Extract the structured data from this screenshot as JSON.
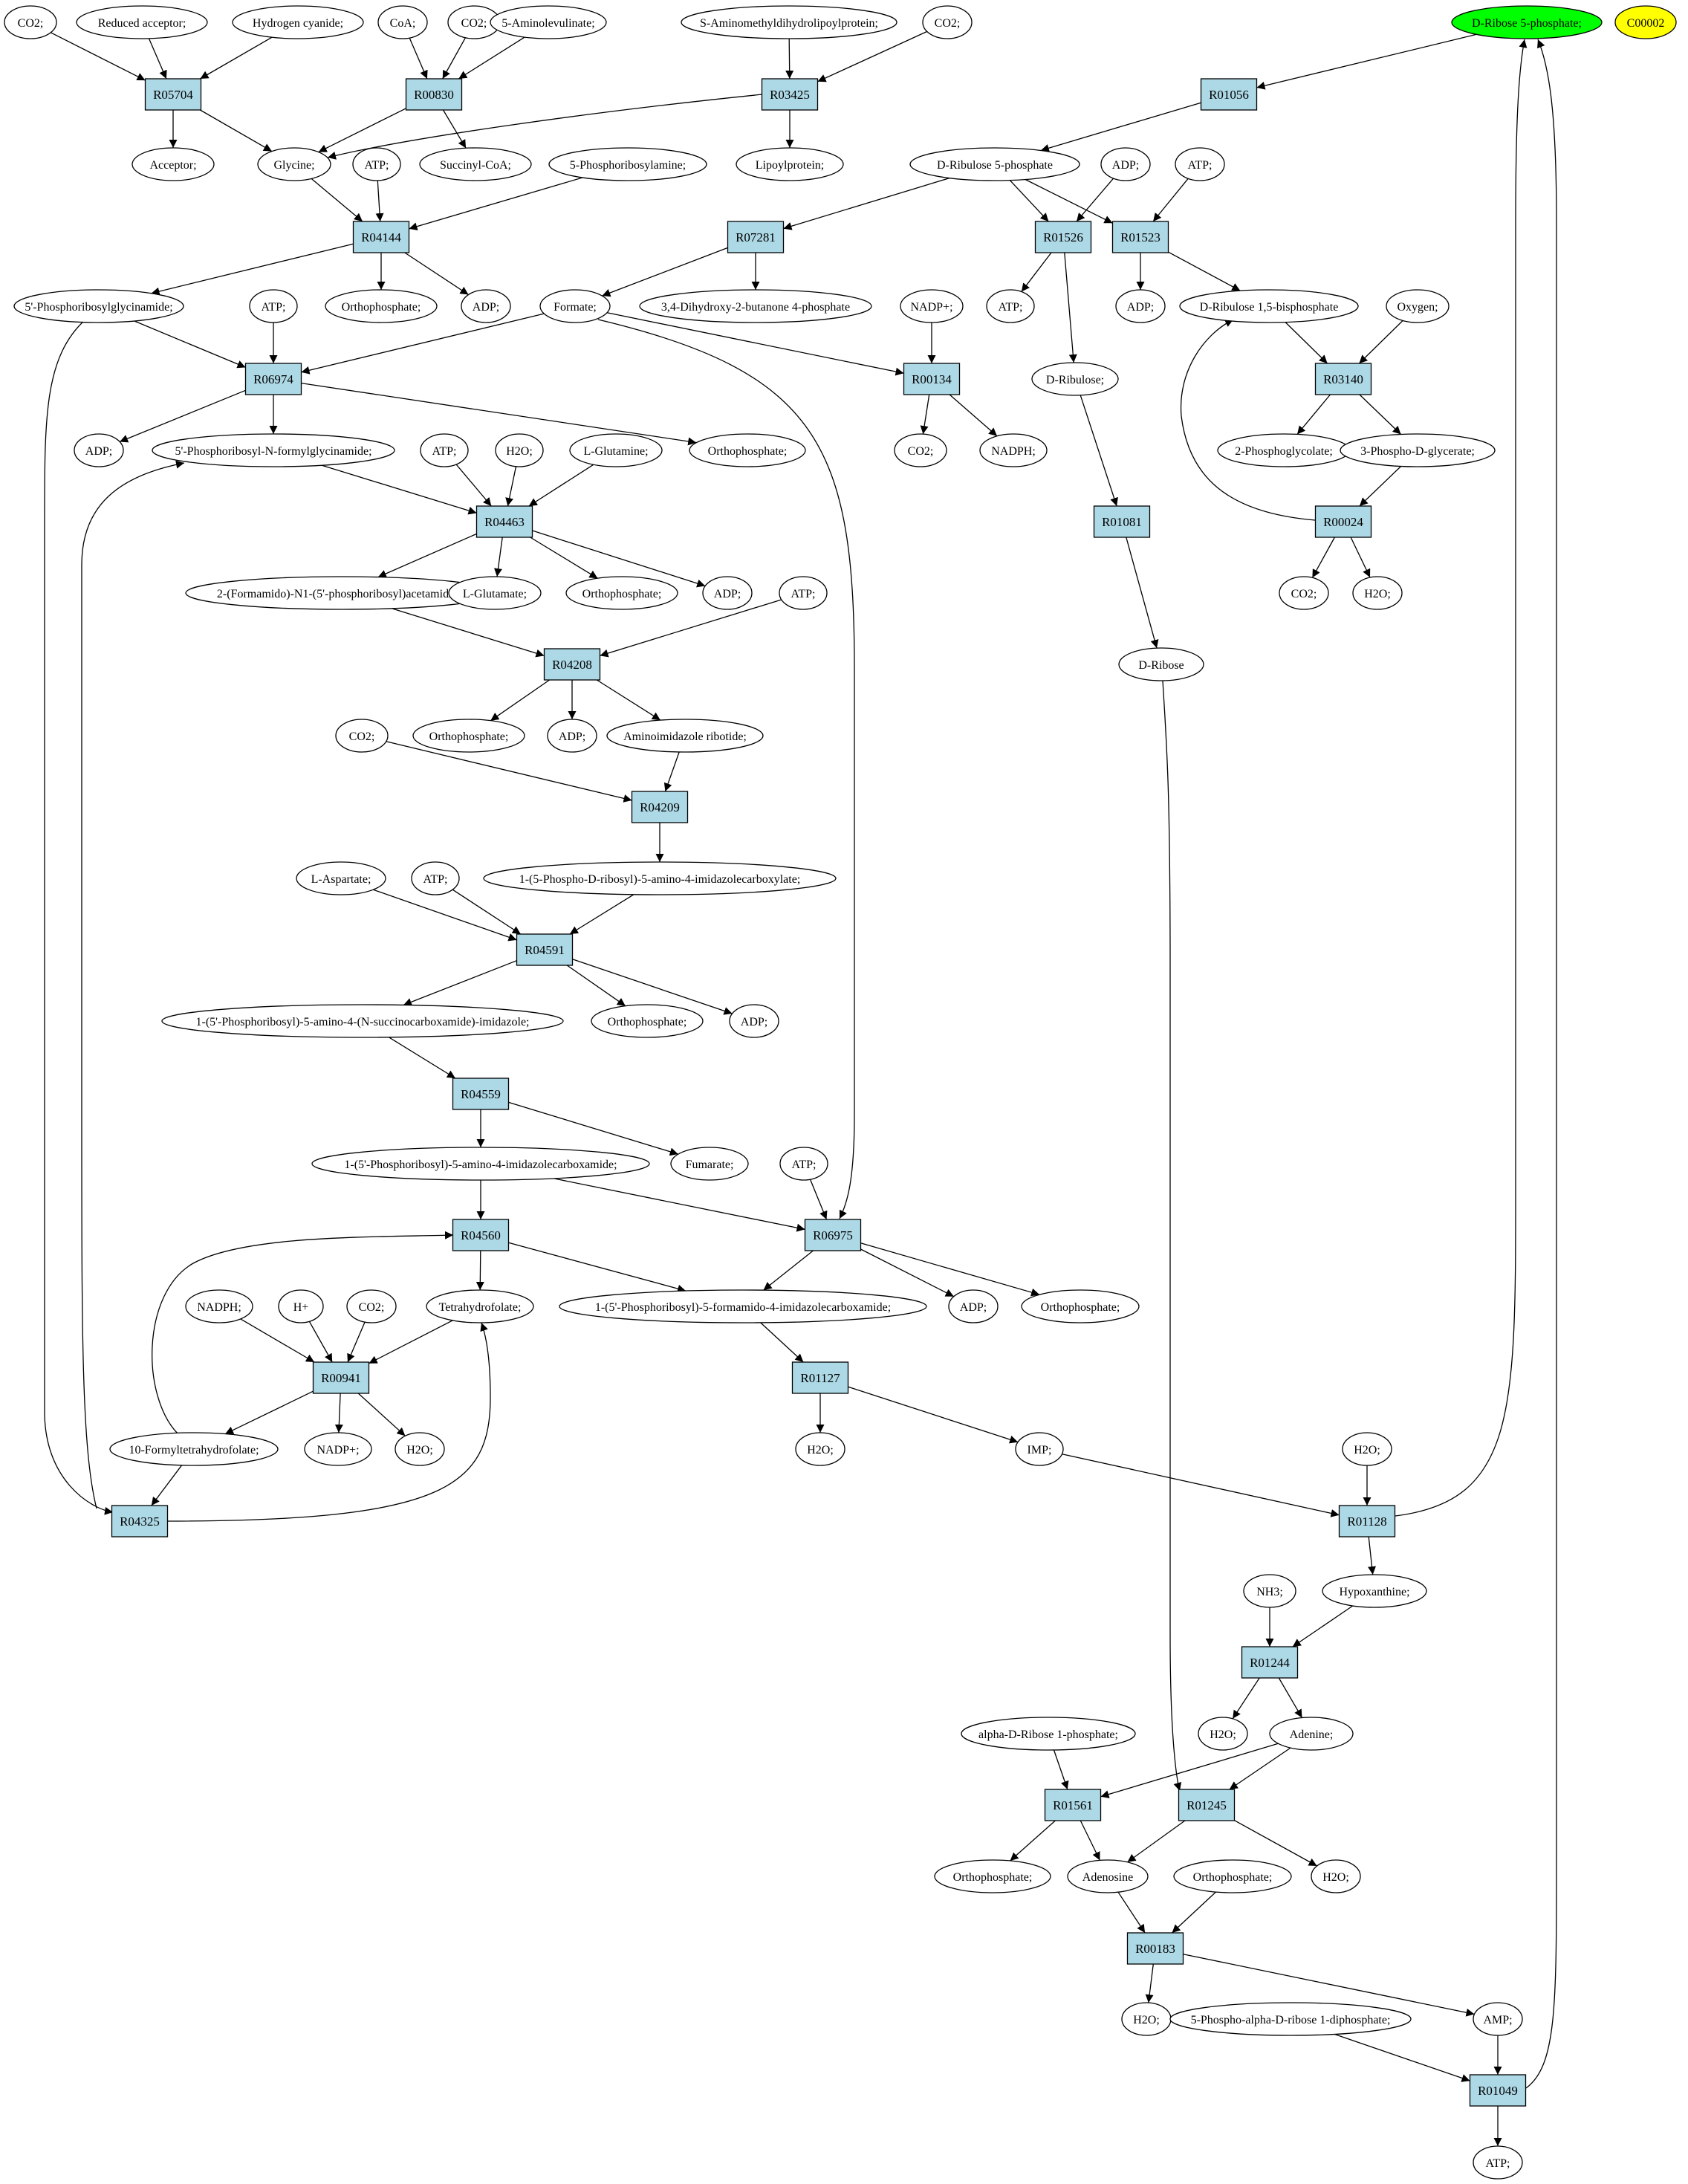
{
  "colors": {
    "reaction_fill": "#add8e6",
    "compound_fill": "#ffffff",
    "highlight_fill": "#00ff00",
    "aux_fill": "#ffff00",
    "stroke": "#000000"
  },
  "nodes": [
    {
      "id": "c1",
      "kind": "compound",
      "label": "CO2;"
    },
    {
      "id": "c2",
      "kind": "compound",
      "label": "Reduced acceptor;"
    },
    {
      "id": "c3",
      "kind": "compound",
      "label": "Hydrogen cyanide;"
    },
    {
      "id": "c4",
      "kind": "compound",
      "label": "CoA;"
    },
    {
      "id": "c5",
      "kind": "compound",
      "label": "CO2;"
    },
    {
      "id": "c6",
      "kind": "compound",
      "label": "5-Aminolevulinate;"
    },
    {
      "id": "c7",
      "kind": "compound",
      "label": "S-Aminomethyldihydrolipoylprotein;"
    },
    {
      "id": "c8",
      "kind": "compound",
      "label": "CO2;"
    },
    {
      "id": "c9",
      "kind": "highlight",
      "label": "D-Ribose 5-phosphate;"
    },
    {
      "id": "c10",
      "kind": "aux",
      "label": "C00002"
    },
    {
      "id": "r1",
      "kind": "reaction",
      "label": "R05704"
    },
    {
      "id": "r2",
      "kind": "reaction",
      "label": "R00830"
    },
    {
      "id": "r3",
      "kind": "reaction",
      "label": "R03425"
    },
    {
      "id": "r4",
      "kind": "reaction",
      "label": "R01056"
    },
    {
      "id": "c11",
      "kind": "compound",
      "label": "Acceptor;"
    },
    {
      "id": "c12",
      "kind": "compound",
      "label": "Glycine;"
    },
    {
      "id": "c13",
      "kind": "compound",
      "label": "ATP;"
    },
    {
      "id": "c14",
      "kind": "compound",
      "label": "Succinyl-CoA;"
    },
    {
      "id": "c15",
      "kind": "compound",
      "label": "5-Phosphoribosylamine;"
    },
    {
      "id": "c16",
      "kind": "compound",
      "label": "Lipoylprotein;"
    },
    {
      "id": "c17",
      "kind": "compound",
      "label": "D-Ribulose 5-phosphate"
    },
    {
      "id": "c18",
      "kind": "compound",
      "label": "ADP;"
    },
    {
      "id": "c19",
      "kind": "compound",
      "label": "ATP;"
    },
    {
      "id": "r5",
      "kind": "reaction",
      "label": "R04144"
    },
    {
      "id": "r6",
      "kind": "reaction",
      "label": "R07281"
    },
    {
      "id": "r7",
      "kind": "reaction",
      "label": "R01526"
    },
    {
      "id": "r8",
      "kind": "reaction",
      "label": "R01523"
    },
    {
      "id": "c20",
      "kind": "compound",
      "label": "5'-Phosphoribosylglycinamide;"
    },
    {
      "id": "c21",
      "kind": "compound",
      "label": "ATP;"
    },
    {
      "id": "c22",
      "kind": "compound",
      "label": "Orthophosphate;"
    },
    {
      "id": "c23",
      "kind": "compound",
      "label": "ADP;"
    },
    {
      "id": "c24",
      "kind": "compound",
      "label": "Formate;"
    },
    {
      "id": "c25",
      "kind": "compound",
      "label": "3,4-Dihydroxy-2-butanone 4-phosphate"
    },
    {
      "id": "c26",
      "kind": "compound",
      "label": "NADP+;"
    },
    {
      "id": "c27",
      "kind": "compound",
      "label": "ATP;"
    },
    {
      "id": "c28",
      "kind": "compound",
      "label": "ADP;"
    },
    {
      "id": "c29",
      "kind": "compound",
      "label": "D-Ribulose 1,5-bisphosphate"
    },
    {
      "id": "c30",
      "kind": "compound",
      "label": "Oxygen;"
    },
    {
      "id": "r9",
      "kind": "reaction",
      "label": "R06974"
    },
    {
      "id": "r10",
      "kind": "reaction",
      "label": "R00134"
    },
    {
      "id": "c31",
      "kind": "compound",
      "label": "D-Ribulose;"
    },
    {
      "id": "r11",
      "kind": "reaction",
      "label": "R03140"
    },
    {
      "id": "c32",
      "kind": "compound",
      "label": "ADP;"
    },
    {
      "id": "c33",
      "kind": "compound",
      "label": "5'-Phosphoribosyl-N-formylglycinamide;"
    },
    {
      "id": "c34",
      "kind": "compound",
      "label": "ATP;"
    },
    {
      "id": "c35",
      "kind": "compound",
      "label": "H2O;"
    },
    {
      "id": "c36",
      "kind": "compound",
      "label": "L-Glutamine;"
    },
    {
      "id": "c37",
      "kind": "compound",
      "label": "Orthophosphate;"
    },
    {
      "id": "c38",
      "kind": "compound",
      "label": "CO2;"
    },
    {
      "id": "c39",
      "kind": "compound",
      "label": "NADPH;"
    },
    {
      "id": "c40",
      "kind": "compound",
      "label": "2-Phosphoglycolate;"
    },
    {
      "id": "c41",
      "kind": "compound",
      "label": "3-Phospho-D-glycerate;"
    },
    {
      "id": "r12",
      "kind": "reaction",
      "label": "R04463"
    },
    {
      "id": "r13",
      "kind": "reaction",
      "label": "R01081"
    },
    {
      "id": "r14",
      "kind": "reaction",
      "label": "R00024"
    },
    {
      "id": "c42",
      "kind": "compound",
      "label": "2-(Formamido)-N1-(5'-phosphoribosyl)acetamidine;"
    },
    {
      "id": "c43",
      "kind": "compound",
      "label": "L-Glutamate;"
    },
    {
      "id": "c44",
      "kind": "compound",
      "label": "Orthophosphate;"
    },
    {
      "id": "c45",
      "kind": "compound",
      "label": "ADP;"
    },
    {
      "id": "c46",
      "kind": "compound",
      "label": "ATP;"
    },
    {
      "id": "c47",
      "kind": "compound",
      "label": "CO2;"
    },
    {
      "id": "c48",
      "kind": "compound",
      "label": "H2O;"
    },
    {
      "id": "r15",
      "kind": "reaction",
      "label": "R04208"
    },
    {
      "id": "c49",
      "kind": "compound",
      "label": "D-Ribose"
    },
    {
      "id": "c50",
      "kind": "compound",
      "label": "CO2;"
    },
    {
      "id": "c51",
      "kind": "compound",
      "label": "Orthophosphate;"
    },
    {
      "id": "c52",
      "kind": "compound",
      "label": "ADP;"
    },
    {
      "id": "c53",
      "kind": "compound",
      "label": "Aminoimidazole ribotide;"
    },
    {
      "id": "r16",
      "kind": "reaction",
      "label": "R04209"
    },
    {
      "id": "c54",
      "kind": "compound",
      "label": "L-Aspartate;"
    },
    {
      "id": "c55",
      "kind": "compound",
      "label": "ATP;"
    },
    {
      "id": "c56",
      "kind": "compound",
      "label": "1-(5-Phospho-D-ribosyl)-5-amino-4-imidazolecarboxylate;"
    },
    {
      "id": "r17",
      "kind": "reaction",
      "label": "R04591"
    },
    {
      "id": "c57",
      "kind": "compound",
      "label": "1-(5'-Phosphoribosyl)-5-amino-4-(N-succinocarboxamide)-imidazole;"
    },
    {
      "id": "c58",
      "kind": "compound",
      "label": "Orthophosphate;"
    },
    {
      "id": "c59",
      "kind": "compound",
      "label": "ADP;"
    },
    {
      "id": "r18",
      "kind": "reaction",
      "label": "R04559"
    },
    {
      "id": "c60",
      "kind": "compound",
      "label": "1-(5'-Phosphoribosyl)-5-amino-4-imidazolecarboxamide;"
    },
    {
      "id": "c61",
      "kind": "compound",
      "label": "Fumarate;"
    },
    {
      "id": "c62",
      "kind": "compound",
      "label": "ATP;"
    },
    {
      "id": "r19",
      "kind": "reaction",
      "label": "R04560"
    },
    {
      "id": "r20",
      "kind": "reaction",
      "label": "R06975"
    },
    {
      "id": "c63",
      "kind": "compound",
      "label": "NADPH;"
    },
    {
      "id": "c64",
      "kind": "compound",
      "label": "H+"
    },
    {
      "id": "c65",
      "kind": "compound",
      "label": "CO2;"
    },
    {
      "id": "c66",
      "kind": "compound",
      "label": "Tetrahydrofolate;"
    },
    {
      "id": "c67",
      "kind": "compound",
      "label": "1-(5'-Phosphoribosyl)-5-formamido-4-imidazolecarboxamide;"
    },
    {
      "id": "c68",
      "kind": "compound",
      "label": "ADP;"
    },
    {
      "id": "c69",
      "kind": "compound",
      "label": "Orthophosphate;"
    },
    {
      "id": "r21",
      "kind": "reaction",
      "label": "R00941"
    },
    {
      "id": "r22",
      "kind": "reaction",
      "label": "R01127"
    },
    {
      "id": "c70",
      "kind": "compound",
      "label": "10-Formyltetrahydrofolate;"
    },
    {
      "id": "c71",
      "kind": "compound",
      "label": "NADP+;"
    },
    {
      "id": "c72",
      "kind": "compound",
      "label": "H2O;"
    },
    {
      "id": "c73",
      "kind": "compound",
      "label": "H2O;"
    },
    {
      "id": "c74",
      "kind": "compound",
      "label": "IMP;"
    },
    {
      "id": "c75",
      "kind": "compound",
      "label": "H2O;"
    },
    {
      "id": "r23",
      "kind": "reaction",
      "label": "R04325"
    },
    {
      "id": "r24",
      "kind": "reaction",
      "label": "R01128"
    },
    {
      "id": "c76",
      "kind": "compound",
      "label": "NH3;"
    },
    {
      "id": "c77",
      "kind": "compound",
      "label": "Hypoxanthine;"
    },
    {
      "id": "r25",
      "kind": "reaction",
      "label": "R01244"
    },
    {
      "id": "c78",
      "kind": "compound",
      "label": "alpha-D-Ribose 1-phosphate;"
    },
    {
      "id": "c79",
      "kind": "compound",
      "label": "H2O;"
    },
    {
      "id": "c80",
      "kind": "compound",
      "label": "Adenine;"
    },
    {
      "id": "r26",
      "kind": "reaction",
      "label": "R01561"
    },
    {
      "id": "r27",
      "kind": "reaction",
      "label": "R01245"
    },
    {
      "id": "c81",
      "kind": "compound",
      "label": "Orthophosphate;"
    },
    {
      "id": "c82",
      "kind": "compound",
      "label": "Adenosine"
    },
    {
      "id": "c83",
      "kind": "compound",
      "label": "Orthophosphate;"
    },
    {
      "id": "c84",
      "kind": "compound",
      "label": "H2O;"
    },
    {
      "id": "r28",
      "kind": "reaction",
      "label": "R00183"
    },
    {
      "id": "c85",
      "kind": "compound",
      "label": "H2O;"
    },
    {
      "id": "c86",
      "kind": "compound",
      "label": "5-Phospho-alpha-D-ribose 1-diphosphate;"
    },
    {
      "id": "c87",
      "kind": "compound",
      "label": "AMP;"
    },
    {
      "id": "r29",
      "kind": "reaction",
      "label": "R01049"
    },
    {
      "id": "c88",
      "kind": "compound",
      "label": "ATP;"
    }
  ],
  "edges": [
    [
      "c1",
      "r1"
    ],
    [
      "c2",
      "r1"
    ],
    [
      "c3",
      "r1"
    ],
    [
      "r1",
      "c11"
    ],
    [
      "r1",
      "c12"
    ],
    [
      "c4",
      "r2"
    ],
    [
      "c5",
      "r2"
    ],
    [
      "c6",
      "r2"
    ],
    [
      "r2",
      "c12"
    ],
    [
      "r2",
      "c14"
    ],
    [
      "c7",
      "r3"
    ],
    [
      "c8",
      "r3"
    ],
    [
      "r3",
      "c16"
    ],
    [
      "r3",
      "c12"
    ],
    [
      "c9",
      "r4"
    ],
    [
      "r4",
      "c17"
    ],
    [
      "c12",
      "r5"
    ],
    [
      "c13",
      "r5"
    ],
    [
      "c15",
      "r5"
    ],
    [
      "r5",
      "c20"
    ],
    [
      "r5",
      "c22"
    ],
    [
      "r5",
      "c23"
    ],
    [
      "c17",
      "r6"
    ],
    [
      "r6",
      "c24"
    ],
    [
      "r6",
      "c25"
    ],
    [
      "c17",
      "r7"
    ],
    [
      "c18",
      "r7"
    ],
    [
      "r7",
      "c27"
    ],
    [
      "r7",
      "c31"
    ],
    [
      "c17",
      "r8"
    ],
    [
      "c19",
      "r8"
    ],
    [
      "r8",
      "c28"
    ],
    [
      "r8",
      "c29"
    ],
    [
      "c20",
      "r9"
    ],
    [
      "c21",
      "r9"
    ],
    [
      "c24",
      "r9"
    ],
    [
      "r9",
      "c32"
    ],
    [
      "r9",
      "c33"
    ],
    [
      "r9",
      "c37"
    ],
    [
      "c24",
      "r10"
    ],
    [
      "c26",
      "r10"
    ],
    [
      "r10",
      "c38"
    ],
    [
      "r10",
      "c39"
    ],
    [
      "c29",
      "r11"
    ],
    [
      "c30",
      "r11"
    ],
    [
      "r11",
      "c40"
    ],
    [
      "r11",
      "c41"
    ],
    [
      "c31",
      "r13"
    ],
    [
      "r13",
      "c49"
    ],
    [
      "c41",
      "r14"
    ],
    [
      "r14",
      "c29"
    ],
    [
      "r14",
      "c47"
    ],
    [
      "r14",
      "c48"
    ],
    [
      "c33",
      "r12"
    ],
    [
      "c34",
      "r12"
    ],
    [
      "c35",
      "r12"
    ],
    [
      "c36",
      "r12"
    ],
    [
      "r12",
      "c42"
    ],
    [
      "r12",
      "c43"
    ],
    [
      "r12",
      "c44"
    ],
    [
      "r12",
      "c45"
    ],
    [
      "c42",
      "r15"
    ],
    [
      "c46",
      "r15"
    ],
    [
      "r15",
      "c51"
    ],
    [
      "r15",
      "c52"
    ],
    [
      "r15",
      "c53"
    ],
    [
      "c50",
      "r16"
    ],
    [
      "c53",
      "r16"
    ],
    [
      "r16",
      "c56"
    ],
    [
      "c54",
      "r17"
    ],
    [
      "c55",
      "r17"
    ],
    [
      "c56",
      "r17"
    ],
    [
      "r17",
      "c57"
    ],
    [
      "r17",
      "c58"
    ],
    [
      "r17",
      "c59"
    ],
    [
      "c57",
      "r18"
    ],
    [
      "r18",
      "c60"
    ],
    [
      "r18",
      "c61"
    ],
    [
      "c60",
      "r19"
    ],
    [
      "c70",
      "r19"
    ],
    [
      "r19",
      "c66"
    ],
    [
      "r19",
      "c67"
    ],
    [
      "c60",
      "r20"
    ],
    [
      "c62",
      "r20"
    ],
    [
      "c24",
      "r20"
    ],
    [
      "r20",
      "c67"
    ],
    [
      "r20",
      "c68"
    ],
    [
      "r20",
      "c69"
    ],
    [
      "c63",
      "r21"
    ],
    [
      "c64",
      "r21"
    ],
    [
      "c65",
      "r21"
    ],
    [
      "c66",
      "r21"
    ],
    [
      "r21",
      "c70"
    ],
    [
      "r21",
      "c71"
    ],
    [
      "r21",
      "c72"
    ],
    [
      "c67",
      "r22"
    ],
    [
      "r22",
      "c73"
    ],
    [
      "r22",
      "c74"
    ],
    [
      "c20",
      "r23"
    ],
    [
      "c70",
      "r23"
    ],
    [
      "r23",
      "c33"
    ],
    [
      "r23",
      "c66"
    ],
    [
      "c74",
      "r24"
    ],
    [
      "c75",
      "r24"
    ],
    [
      "r24",
      "c9"
    ],
    [
      "r24",
      "c77"
    ],
    [
      "c76",
      "r25"
    ],
    [
      "c77",
      "r25"
    ],
    [
      "r25",
      "c79"
    ],
    [
      "r25",
      "c80"
    ],
    [
      "c78",
      "r26"
    ],
    [
      "c80",
      "r26"
    ],
    [
      "r26",
      "c81"
    ],
    [
      "r26",
      "c82"
    ],
    [
      "c80",
      "r27"
    ],
    [
      "c49",
      "r27"
    ],
    [
      "r27",
      "c82"
    ],
    [
      "r27",
      "c84"
    ],
    [
      "c82",
      "r28"
    ],
    [
      "c83",
      "r28"
    ],
    [
      "r28",
      "c85"
    ],
    [
      "r28",
      "c87"
    ],
    [
      "c86",
      "r29"
    ],
    [
      "c87",
      "r29"
    ],
    [
      "r29",
      "c88"
    ],
    [
      "r29",
      "c9"
    ]
  ]
}
